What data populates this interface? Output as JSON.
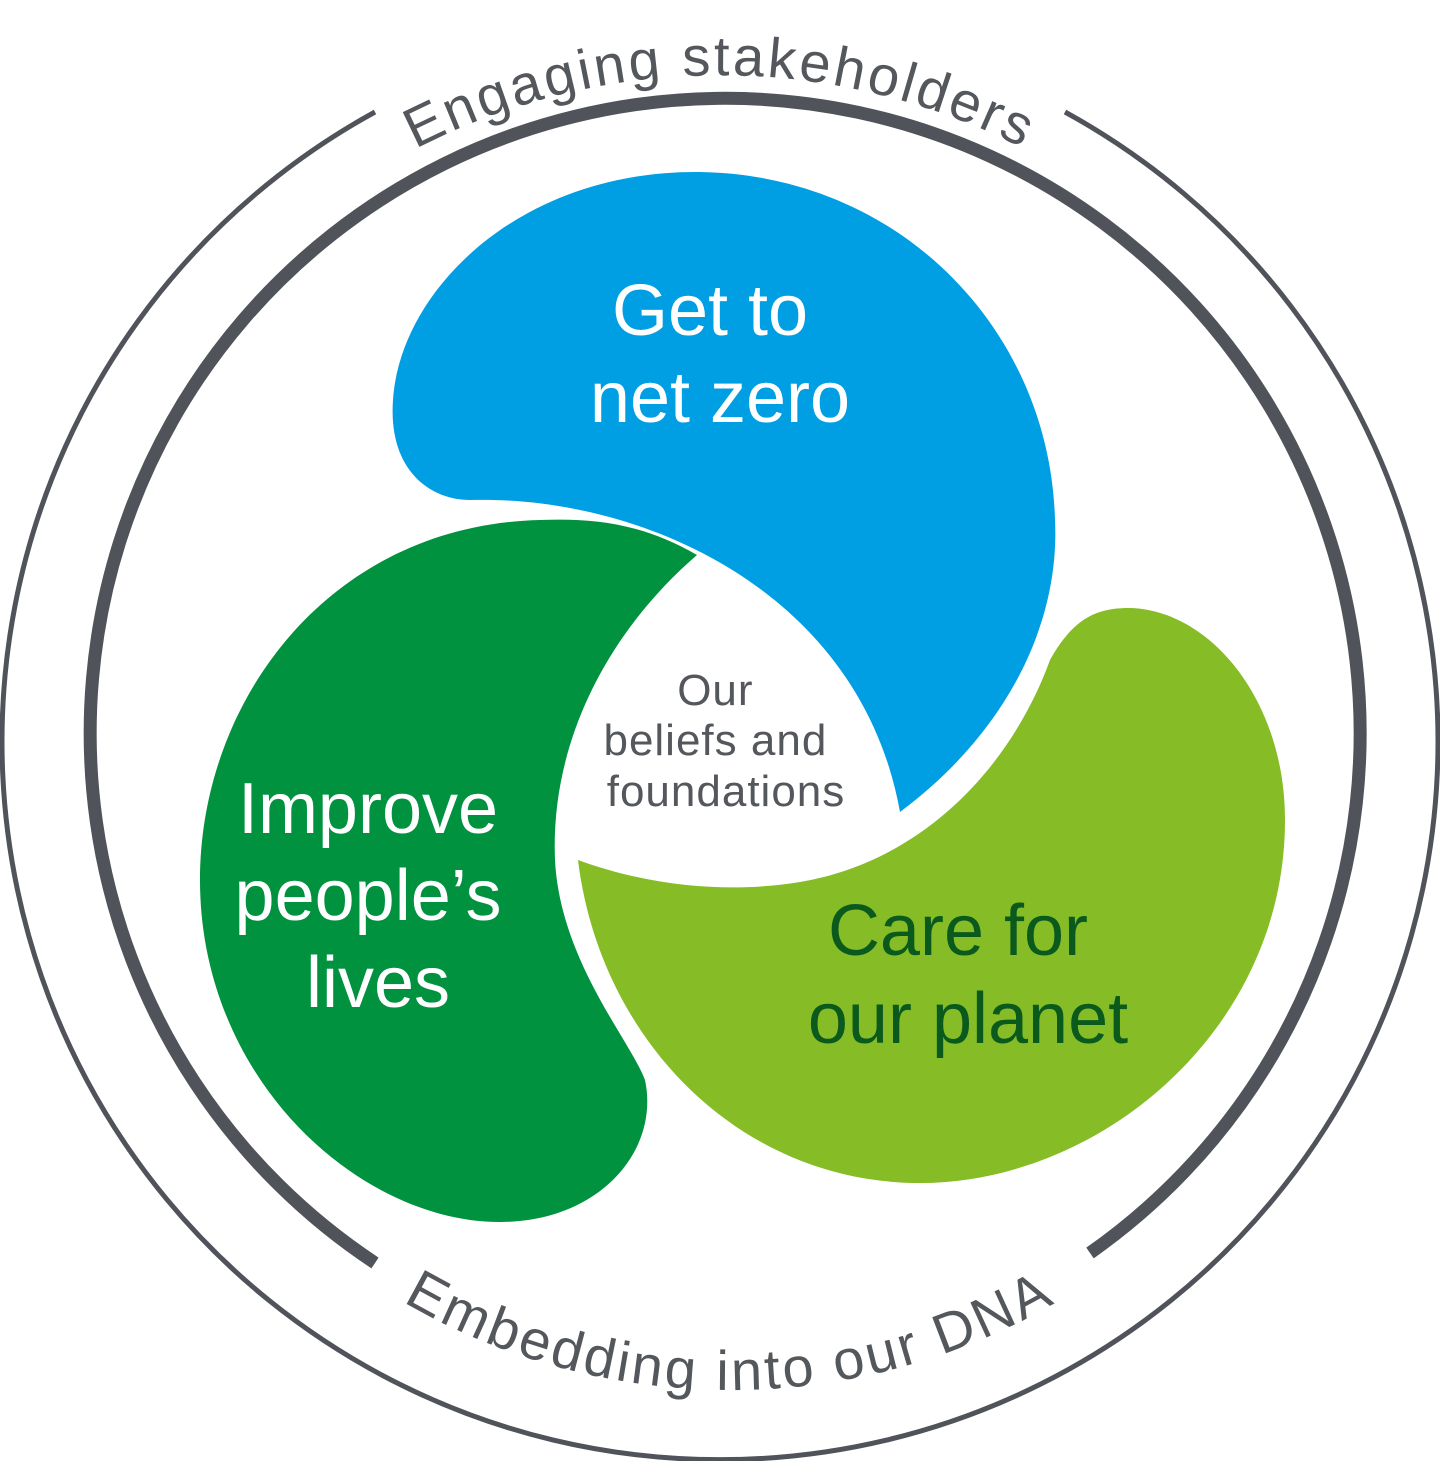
{
  "diagram": {
    "outer_ring_label": "Engaging stakeholders",
    "inner_ring_label": "Embedding into our DNA",
    "center": {
      "lines": [
        "Our",
        "beliefs and",
        "foundations"
      ]
    },
    "segments": [
      {
        "lines": [
          "Get to",
          "net zero"
        ],
        "color": "#009fe3",
        "text_color": "#ffffff"
      },
      {
        "lines": [
          "Improve",
          "people’s",
          "lives"
        ],
        "color": "#00923f",
        "text_color": "#ffffff"
      },
      {
        "lines": [
          "Care for",
          "our planet"
        ],
        "color": "#86bc25",
        "text_color": "#0b5a1d"
      }
    ],
    "ring_color": "#50545a"
  }
}
